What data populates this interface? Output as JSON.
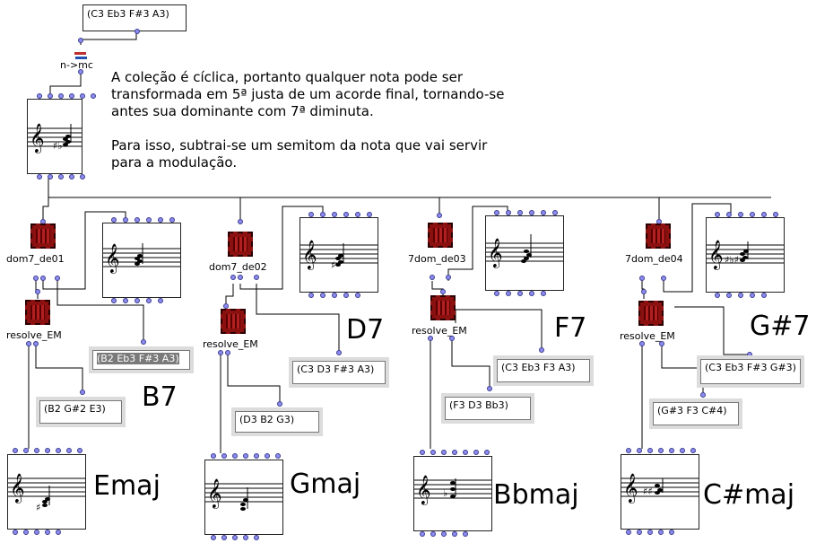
{
  "top_list": "(C3 Eb3 F#3 A3)",
  "n_mc_label": "n->mc",
  "comment": "A coleção é cíclica, portanto qualquer nota pode ser\ntransformada em 5ª justa de um acorde final, tornando-se\nantes sua dominante com 7ª diminuta.\n\nPara isso, subtrai-se um semitom da nota que vai servir\npara a modulação.",
  "columns": [
    {
      "dom_label": "dom7_de01",
      "resolve_label": "resolve_EM",
      "dom_chord": "(B2 Eb3 F#3 A3)",
      "dom_name": "B7",
      "res_chord": "(B2 G#2 E3)",
      "res_name": "Emaj"
    },
    {
      "dom_label": "dom7_de02",
      "resolve_label": "resolve_EM",
      "dom_chord": "(C3 D3 F#3 A3)",
      "dom_name": "D7",
      "res_chord": "(D3 B2 G3)",
      "res_name": "Gmaj"
    },
    {
      "dom_label": "7dom_de03",
      "resolve_label": "resolve_EM",
      "dom_chord": "(C3 Eb3 F3 A3)",
      "dom_name": "F7",
      "res_chord": "(F3 D3 Bb3)",
      "res_name": "Bbmaj"
    },
    {
      "dom_label": "7dom_de04",
      "resolve_label": "resolve_EM",
      "dom_chord": "(C3 Eb3 F#3 G#3)",
      "dom_name": "G#7",
      "res_chord": "(G#3 F3 C#4)",
      "res_name": "C#maj"
    }
  ],
  "colors": {
    "inlet": "#8c8cf0",
    "chip": "#8b1010",
    "wire": "#000000"
  }
}
